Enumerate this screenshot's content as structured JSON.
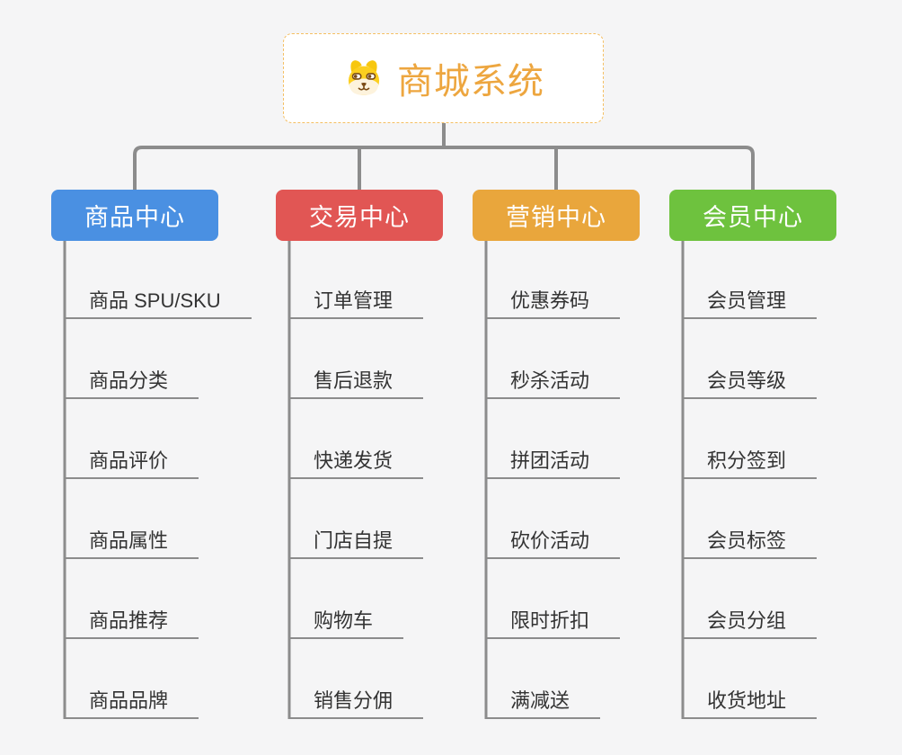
{
  "root": {
    "title": "商城系统",
    "icon": "dog-face-icon"
  },
  "branches": [
    {
      "label": "商品中心",
      "color": "#4a90e2",
      "items": [
        "商品 SPU/SKU",
        "商品分类",
        "商品评价",
        "商品属性",
        "商品推荐",
        "商品品牌"
      ]
    },
    {
      "label": "交易中心",
      "color": "#e15654",
      "items": [
        "订单管理",
        "售后退款",
        "快递发货",
        "门店自提",
        "购物车",
        "销售分佣"
      ]
    },
    {
      "label": "营销中心",
      "color": "#e9a63c",
      "items": [
        "优惠券码",
        "秒杀活动",
        "拼团活动",
        "砍价活动",
        "限时折扣",
        "满减送"
      ]
    },
    {
      "label": "会员中心",
      "color": "#6ec23e",
      "items": [
        "会员管理",
        "会员等级",
        "积分签到",
        "会员标签",
        "会员分组",
        "收货地址"
      ]
    }
  ],
  "colors": {
    "background": "#f5f5f6",
    "connector_gray": "#8c8c8c",
    "accent_orange": "#eda63f",
    "root_border_orange": "#f4bf62",
    "item_text": "#333333"
  }
}
